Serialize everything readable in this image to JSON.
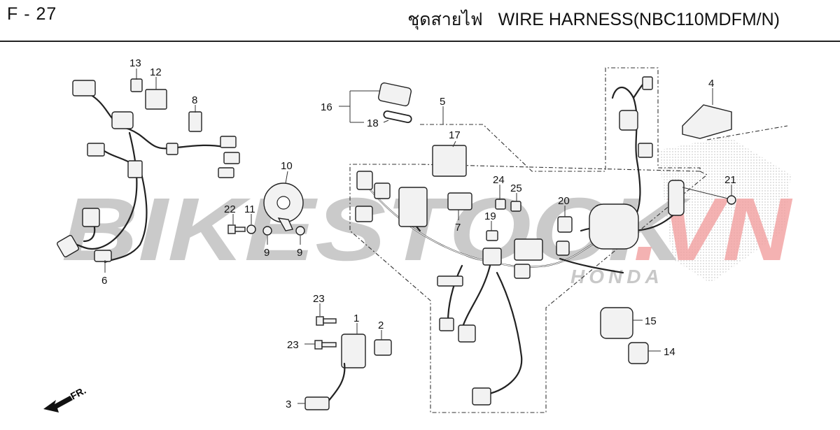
{
  "header": {
    "page_code": "F - 27",
    "title_thai": "ชุดสายไฟ",
    "title_en": "WIRE HARNESS(NBC110MDFM/N)"
  },
  "watermark": {
    "part1": "BIKESTOCK",
    "part2": ".VN",
    "sub": "HONDA",
    "color_main": "#b9b9b9",
    "color_accent": "#f2a0a0"
  },
  "direction_label": "FR.",
  "callouts": [
    {
      "id": "c1",
      "label": "1"
    },
    {
      "id": "c2",
      "label": "2"
    },
    {
      "id": "c3",
      "label": "3"
    },
    {
      "id": "c4",
      "label": "4"
    },
    {
      "id": "c5",
      "label": "5"
    },
    {
      "id": "c6",
      "label": "6"
    },
    {
      "id": "c7",
      "label": "7"
    },
    {
      "id": "c8",
      "label": "8"
    },
    {
      "id": "c9a",
      "label": "9"
    },
    {
      "id": "c9b",
      "label": "9"
    },
    {
      "id": "c10",
      "label": "10"
    },
    {
      "id": "c11",
      "label": "11"
    },
    {
      "id": "c12",
      "label": "12"
    },
    {
      "id": "c13",
      "label": "13"
    },
    {
      "id": "c14",
      "label": "14"
    },
    {
      "id": "c15",
      "label": "15"
    },
    {
      "id": "c16",
      "label": "16"
    },
    {
      "id": "c17",
      "label": "17"
    },
    {
      "id": "c18",
      "label": "18"
    },
    {
      "id": "c19",
      "label": "19"
    },
    {
      "id": "c20",
      "label": "20"
    },
    {
      "id": "c21",
      "label": "21"
    },
    {
      "id": "c22",
      "label": "22"
    },
    {
      "id": "c23a",
      "label": "23"
    },
    {
      "id": "c23b",
      "label": "23"
    },
    {
      "id": "c24",
      "label": "24"
    },
    {
      "id": "c25",
      "label": "25"
    }
  ]
}
